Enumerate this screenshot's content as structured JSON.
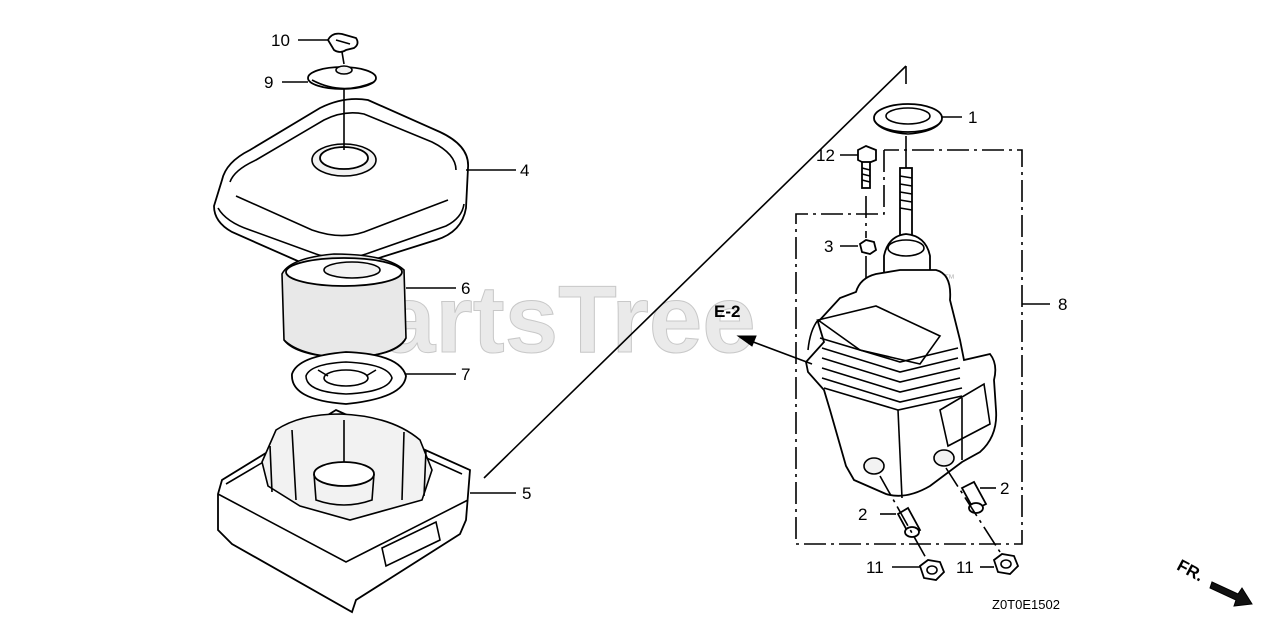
{
  "watermark": "PartsTree",
  "watermark_mark": "™",
  "diagram_code": "Z0T0E1502",
  "reference": "E-2",
  "front_indicator": "FR.",
  "callouts": {
    "c1": "1",
    "c2a": "2",
    "c2b": "2",
    "c3": "3",
    "c4": "4",
    "c5": "5",
    "c6": "6",
    "c7": "7",
    "c8": "8",
    "c9": "9",
    "c10": "10",
    "c11a": "11",
    "c11b": "11",
    "c12": "12"
  }
}
